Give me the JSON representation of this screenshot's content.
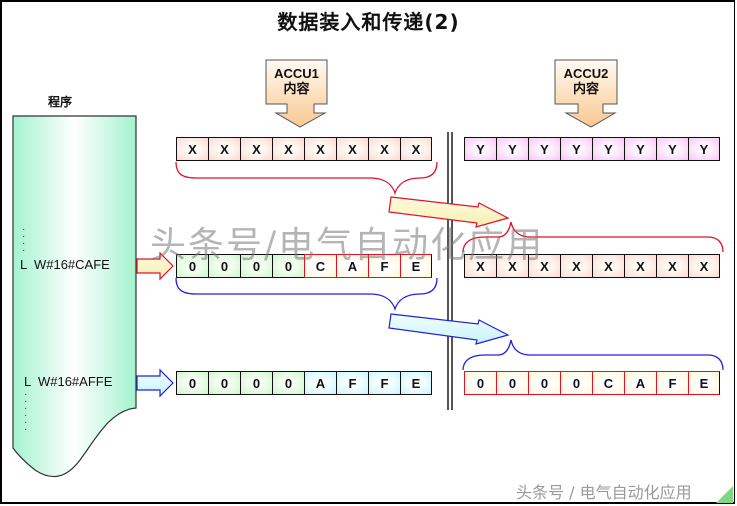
{
  "title": "数据装入和传递(2)",
  "program": {
    "label": "程序",
    "instructions": [
      "L  W#16#CAFE",
      "L  W#16#AFFE"
    ]
  },
  "accu_labels": [
    {
      "name": "ACCU1",
      "sub": "内容"
    },
    {
      "name": "ACCU2",
      "sub": "内容"
    }
  ],
  "registers": {
    "accu1_initial": [
      "X",
      "X",
      "X",
      "X",
      "X",
      "X",
      "X",
      "X"
    ],
    "accu2_initial": [
      "Y",
      "Y",
      "Y",
      "Y",
      "Y",
      "Y",
      "Y",
      "Y"
    ],
    "accu1_after_first": [
      "0",
      "0",
      "0",
      "0",
      "C",
      "A",
      "F",
      "E"
    ],
    "accu2_after_first": [
      "X",
      "X",
      "X",
      "X",
      "X",
      "X",
      "X",
      "X"
    ],
    "accu1_after_second": [
      "0",
      "0",
      "0",
      "0",
      "A",
      "F",
      "F",
      "E"
    ],
    "accu2_after_second": [
      "0",
      "0",
      "0",
      "0",
      "C",
      "A",
      "F",
      "E"
    ]
  },
  "watermark": "头条号/电气自动化应用",
  "footer_watermark": "头条号 / 电气自动化应用",
  "colors": {
    "red_transfer": "#e0102a",
    "blue_transfer": "#2020e0",
    "accu_arrow_fill": "#fbd6a8",
    "program_fill": "#a8f5d0"
  }
}
